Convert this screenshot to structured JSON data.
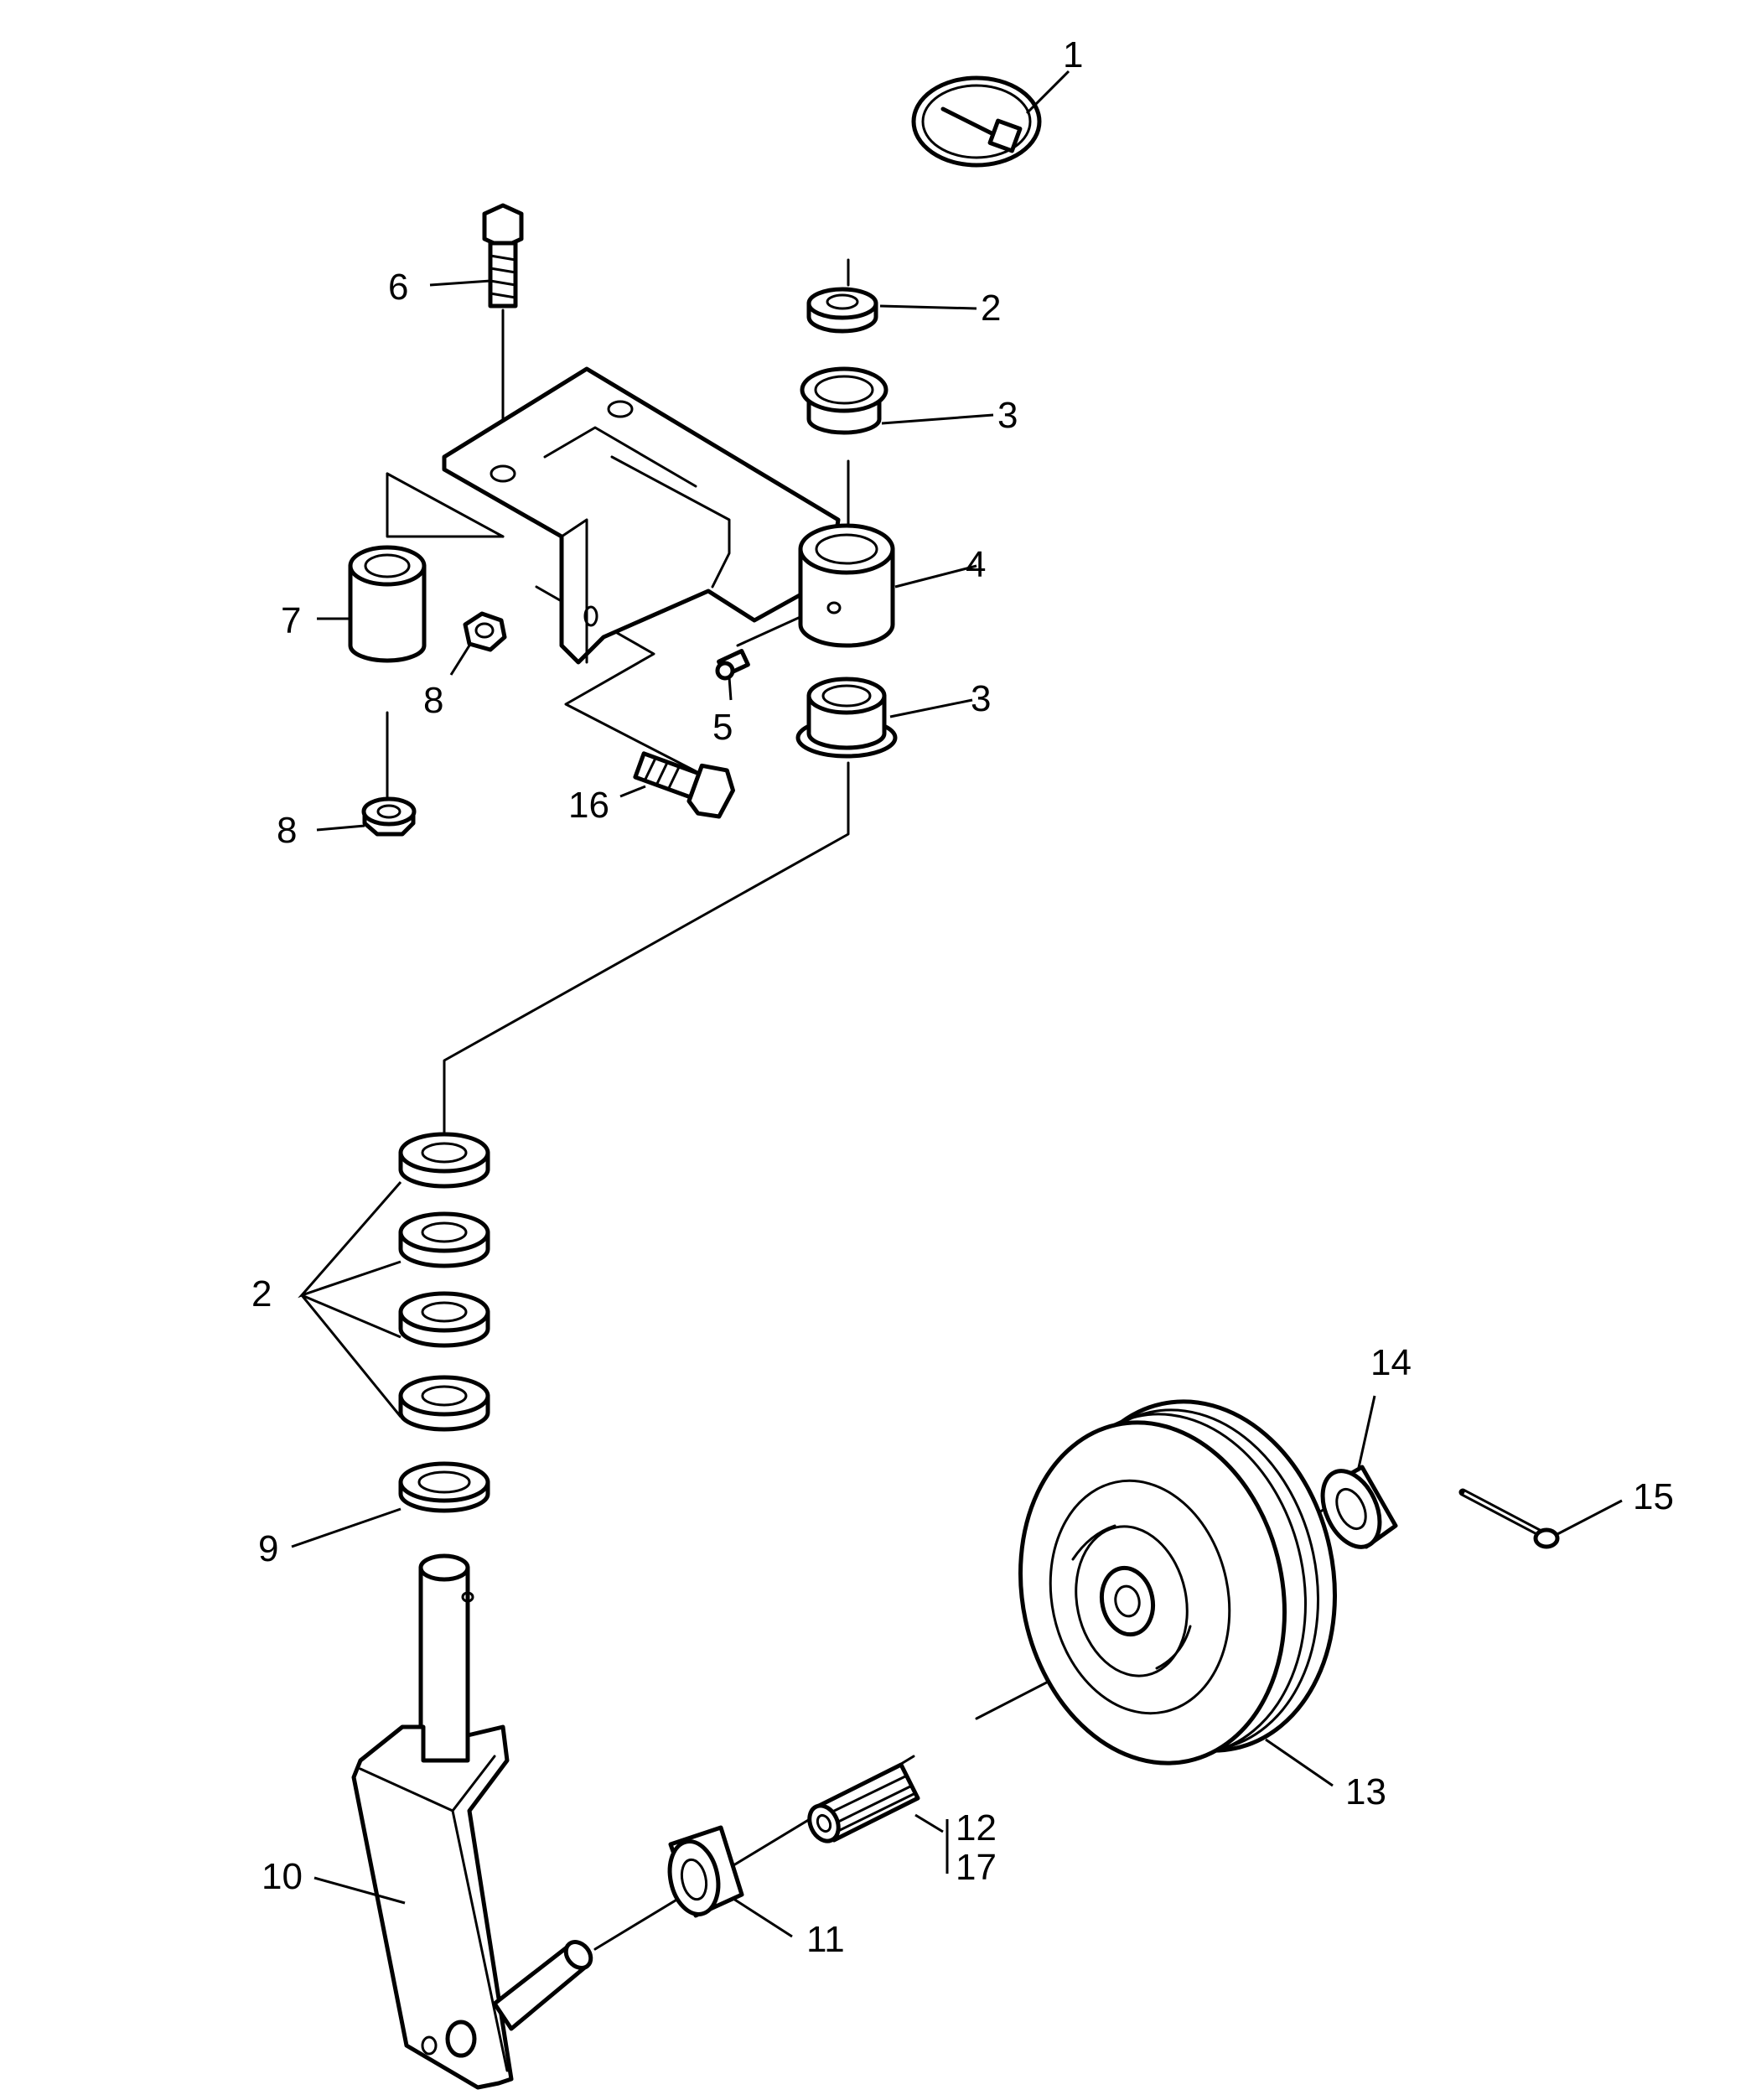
{
  "callouts": {
    "c1": "1",
    "c2a": "2",
    "c2b": "2",
    "c3a": "3",
    "c3b": "3",
    "c4": "4",
    "c5": "5",
    "c6": "6",
    "c7": "7",
    "c8a": "8",
    "c8b": "8",
    "c9": "9",
    "c10": "10",
    "c11": "11",
    "c12": "12",
    "c13": "13",
    "c14": "14",
    "c15": "15",
    "c16": "16",
    "c17": "17"
  },
  "colors": {
    "line": "#000000",
    "background": "#ffffff"
  }
}
